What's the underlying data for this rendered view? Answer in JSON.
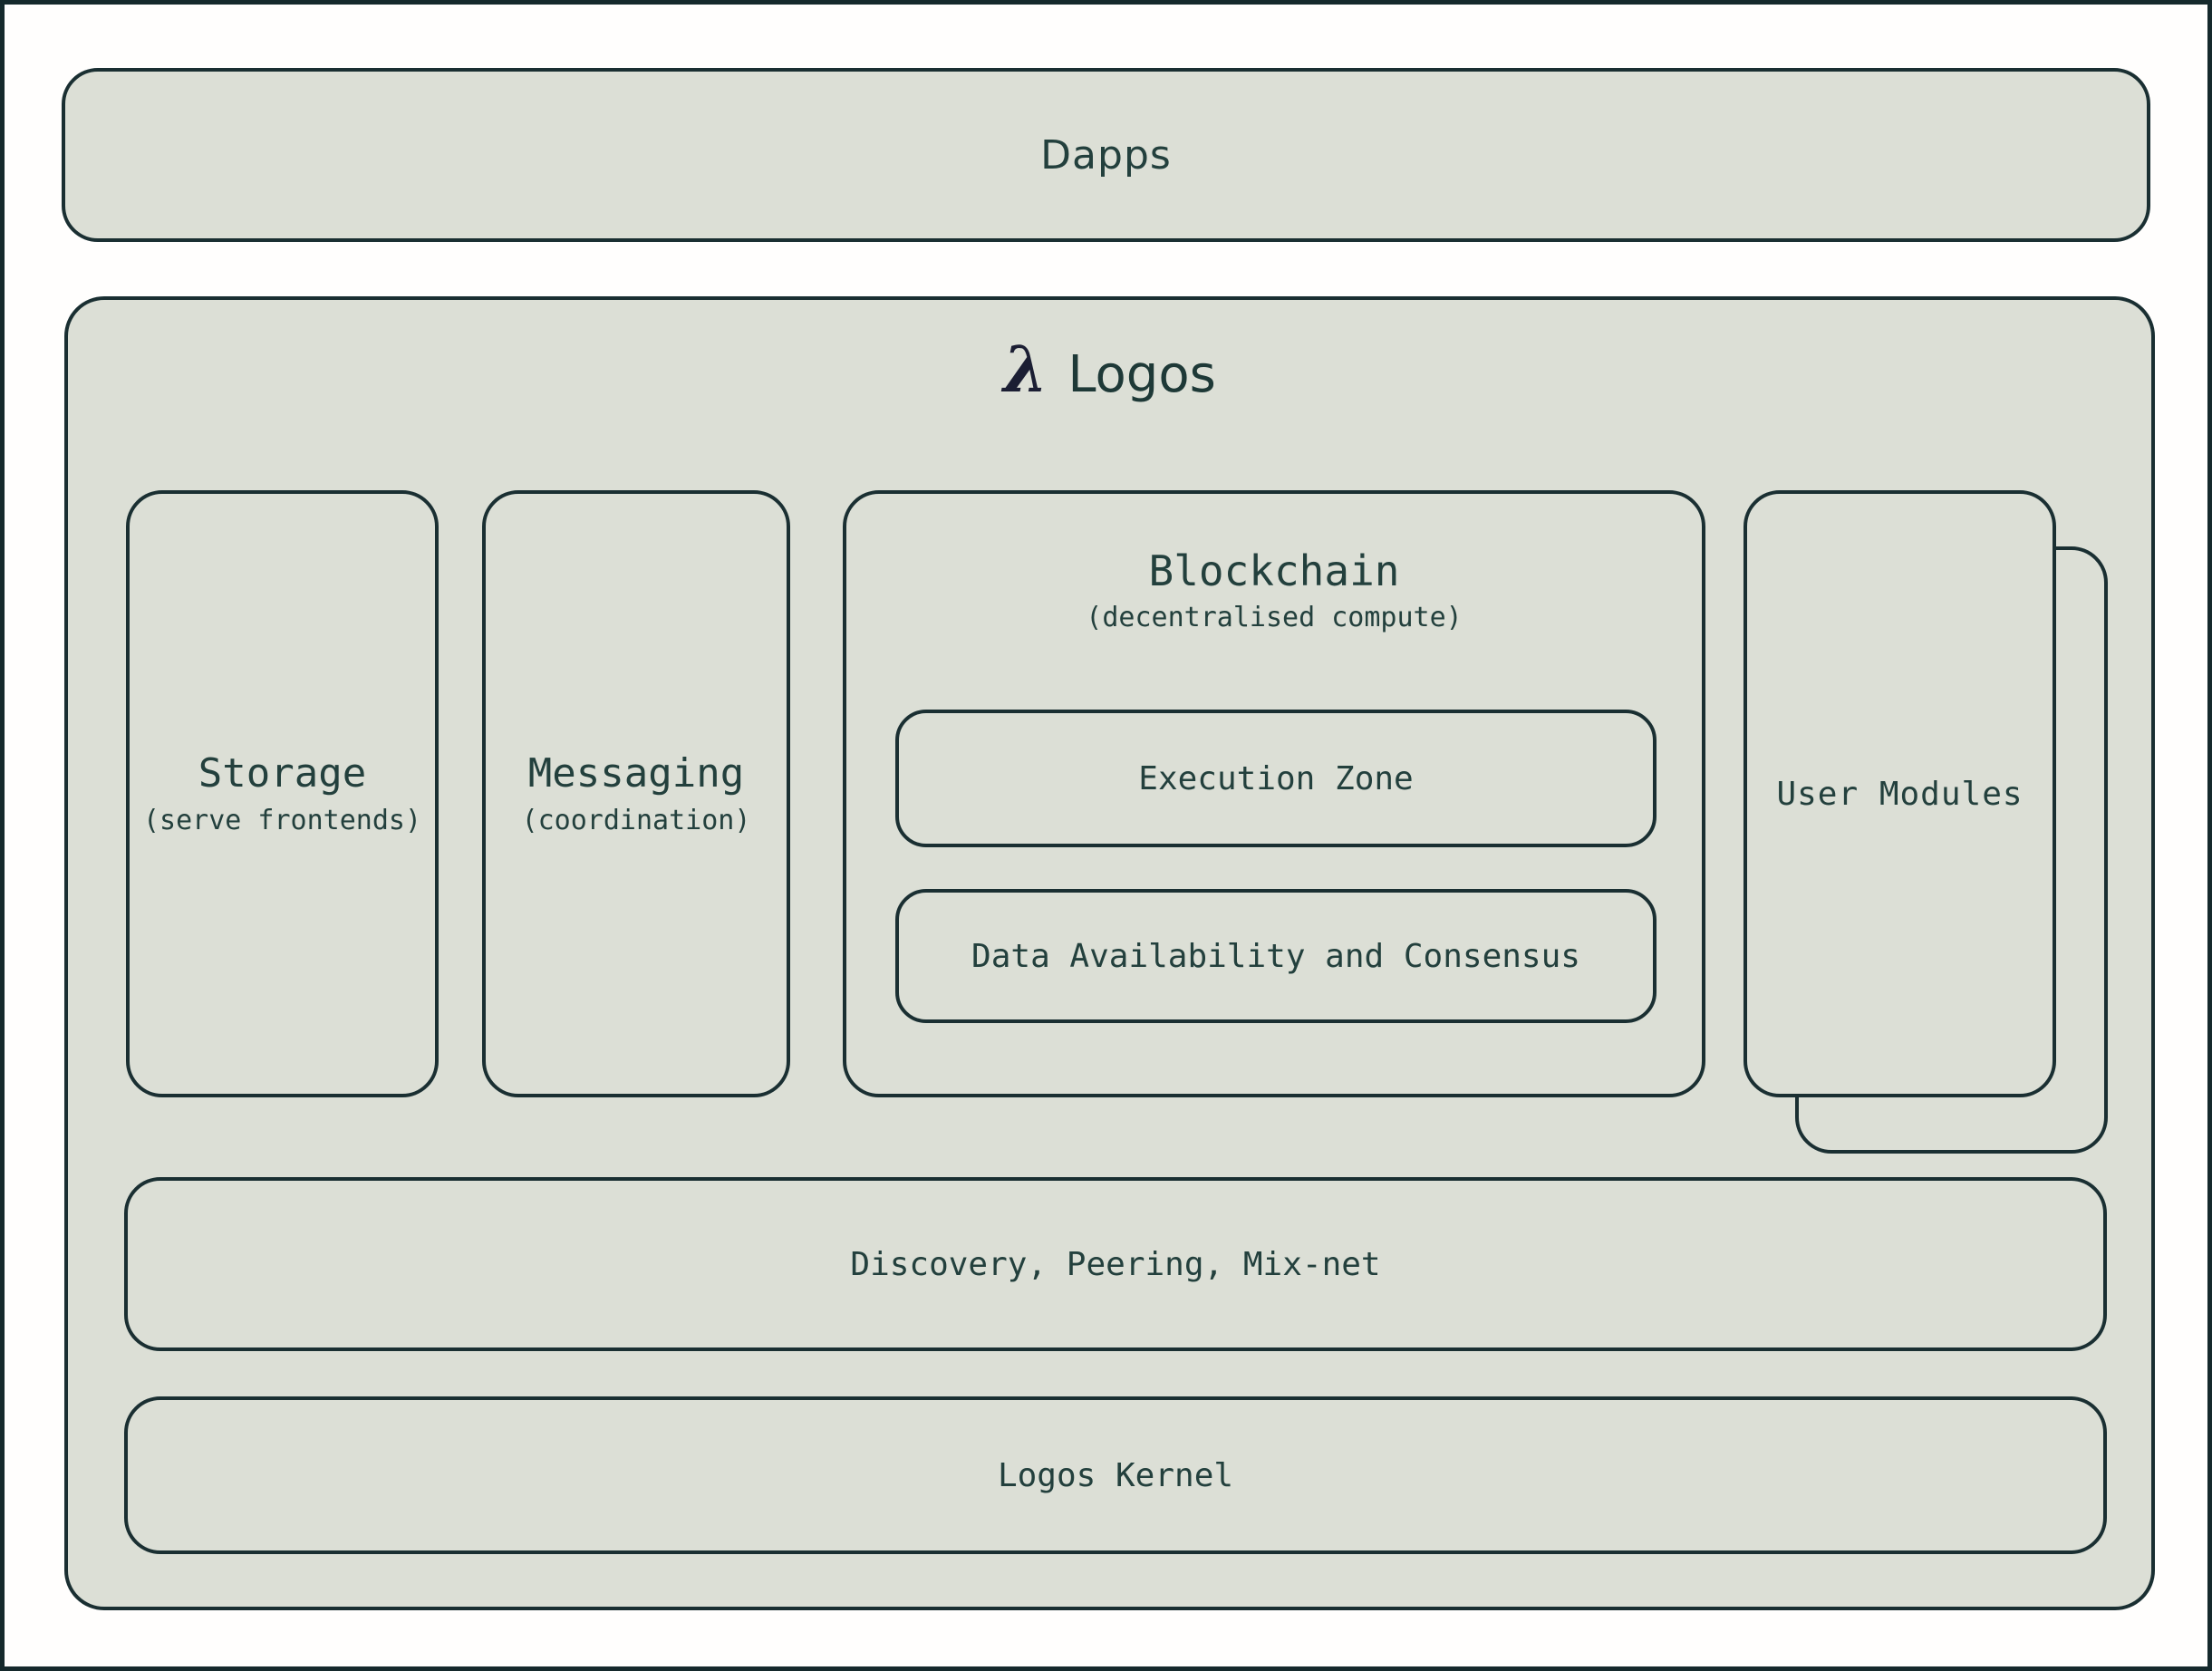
{
  "dapps": {
    "label": "Dapps"
  },
  "logos": {
    "title_symbol": "λ",
    "title": "Logos",
    "storage": {
      "label": "Storage",
      "sublabel": "(serve frontends)"
    },
    "messaging": {
      "label": "Messaging",
      "sublabel": "(coordination)"
    },
    "blockchain": {
      "label": "Blockchain",
      "sublabel": "(decentralised compute)",
      "execution_zone": {
        "label": "Execution Zone"
      },
      "data_availability": {
        "label": "Data Availability and Consensus"
      }
    },
    "user_modules": {
      "label": "User Modules"
    },
    "discovery": {
      "label": "Discovery, Peering, Mix-net"
    },
    "kernel": {
      "label": "Logos Kernel"
    }
  },
  "colors": {
    "page_bg": "#fffefd",
    "page_border": "#15292c",
    "box_fill": "#dcdfd6",
    "box_border": "#1a2f32",
    "text": "#23403d",
    "lambda": "#1b1e33"
  }
}
